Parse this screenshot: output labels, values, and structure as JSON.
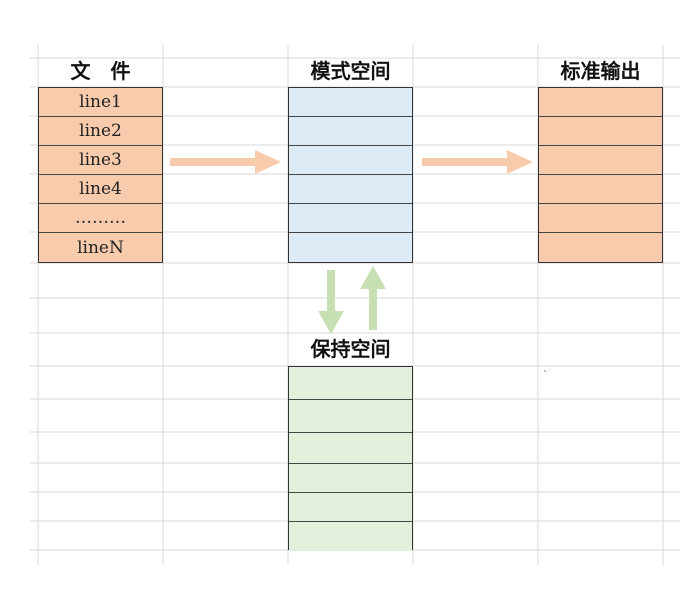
{
  "file_title": "文　件",
  "file_lines": [
    "line1",
    "line2",
    "line3",
    "line4",
    "………",
    "lineN"
  ],
  "pattern_title": "模式空间",
  "hold_title": "保持空间",
  "stdout_title": "标准输出",
  "pattern_rows": 6,
  "hold_rows": 6,
  "stdout_rows": 6,
  "colors": {
    "orange_fill": "#f8cbad",
    "blue_fill": "#ddebf7",
    "green_fill": "#e2efda",
    "orange_arrow": "#f8cbad",
    "green_arrow": "#c6e0b4",
    "gridline": "#d9d9d9"
  }
}
